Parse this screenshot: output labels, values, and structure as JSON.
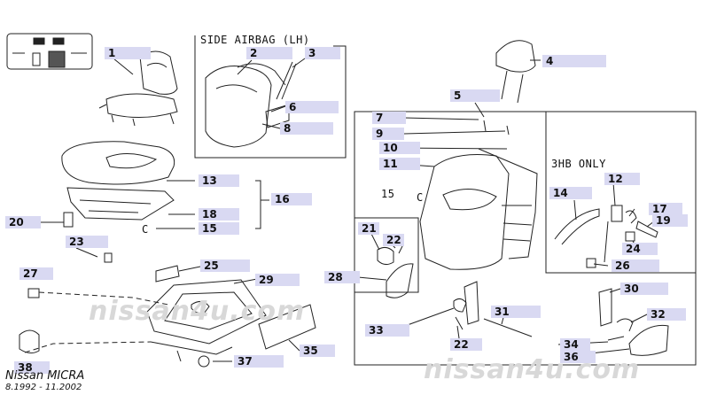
{
  "labels": {
    "side_airbag": "SIDE AIRBAG (LH)",
    "option": "3HB ONLY",
    "ref_15": "15",
    "ref_c": "C",
    "ref_c_left": "C"
  },
  "footer": {
    "model": "Nissan MICRA",
    "period": "8.1992 - 11.2002"
  },
  "watermarks": [
    "nissan4u.com",
    "nissan4u.com"
  ],
  "callouts": [
    "1",
    "2",
    "3",
    "4",
    "5",
    "6",
    "7",
    "8",
    "9",
    "10",
    "11",
    "13",
    "16",
    "18",
    "15",
    "20",
    "23",
    "14",
    "12",
    "17",
    "19",
    "24",
    "26",
    "21",
    "22",
    "28",
    "27",
    "25",
    "29",
    "30",
    "31",
    "32",
    "33",
    "22",
    "34",
    "36",
    "35",
    "37",
    "38"
  ]
}
